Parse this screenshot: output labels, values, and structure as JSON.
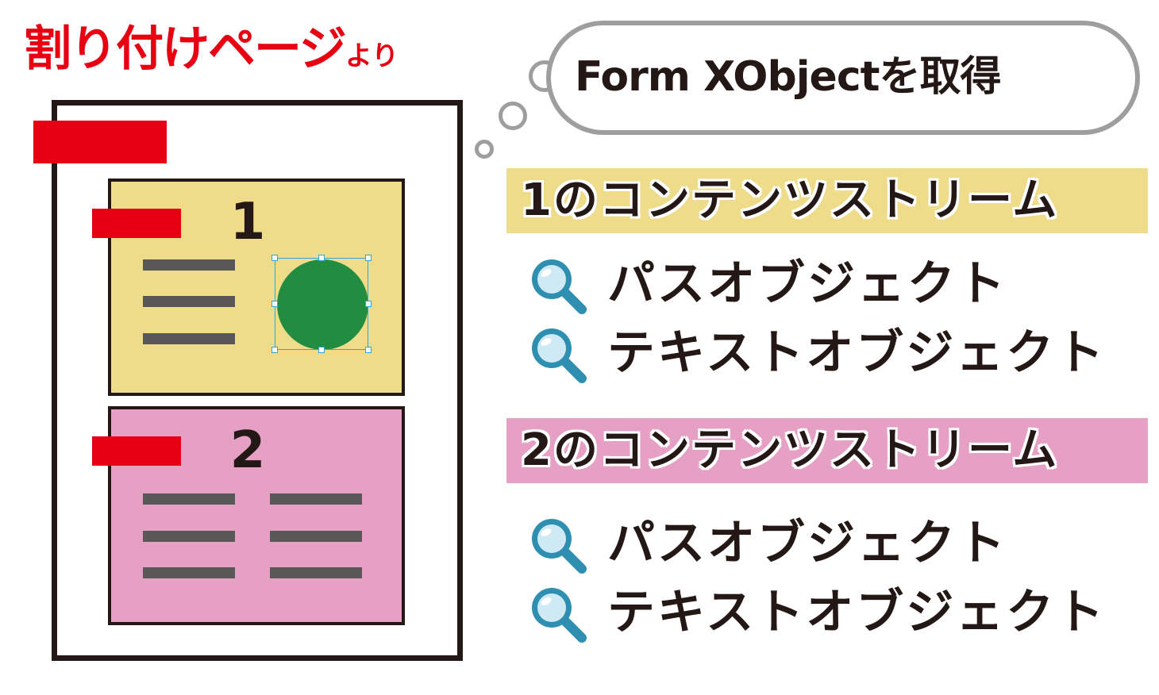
{
  "title": {
    "main": "割り付けページ",
    "suffix": "より"
  },
  "page_numbers": [
    "1",
    "2"
  ],
  "bubble_text": "Form XObjectを取得",
  "streams": [
    {
      "title": "1のコンテンツストリーム",
      "items": [
        "パスオブジェクト",
        "テキストオブジェクト"
      ]
    },
    {
      "title": "2のコンテンツストリーム",
      "items": [
        "パスオブジェクト",
        "テキストオブジェクト"
      ]
    }
  ],
  "colors": {
    "accent_red": "#e60012",
    "page1_fill": "#efdc8b",
    "page2_fill": "#e5a0c4",
    "circle_green": "#228c41",
    "bubble_gray": "#9e9e9f",
    "ink": "#231815",
    "line_gray": "#595757",
    "selection_blue": "#2ea7e0",
    "magnifier_blue": "#2e8fb0"
  }
}
